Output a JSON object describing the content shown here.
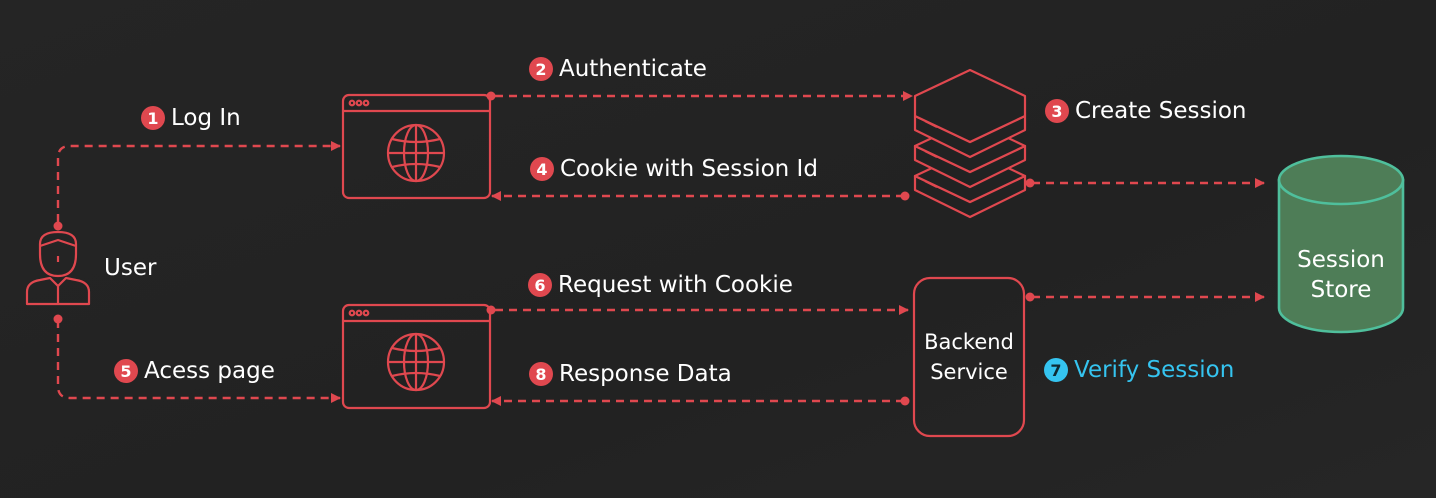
{
  "colors": {
    "background": "#222222",
    "line": "#e0484f",
    "store_fill": "#4e7d57",
    "store_stroke": "#4fbf9c",
    "accent": "#35c4f0"
  },
  "actors": {
    "user": {
      "label": "User",
      "icon": "user-icon"
    }
  },
  "nodes": {
    "browser_top": {
      "icon": "browser-window-globe-icon"
    },
    "browser_bottom": {
      "icon": "browser-window-globe-icon"
    },
    "server": {
      "icon": "server-stack-icon"
    },
    "backend": {
      "line1": "Backend",
      "line2": "Service"
    },
    "store": {
      "line1": "Session",
      "line2": "Store",
      "icon": "database-cylinder-icon"
    }
  },
  "steps": [
    {
      "num": "1",
      "text": "Log In"
    },
    {
      "num": "2",
      "text": "Authenticate"
    },
    {
      "num": "3",
      "text": "Create Session"
    },
    {
      "num": "4",
      "text": "Cookie with Session Id"
    },
    {
      "num": "5",
      "text": "Acess page"
    },
    {
      "num": "6",
      "text": "Request with Cookie"
    },
    {
      "num": "7",
      "text": "Verify Session"
    },
    {
      "num": "8",
      "text": "Response Data"
    }
  ]
}
